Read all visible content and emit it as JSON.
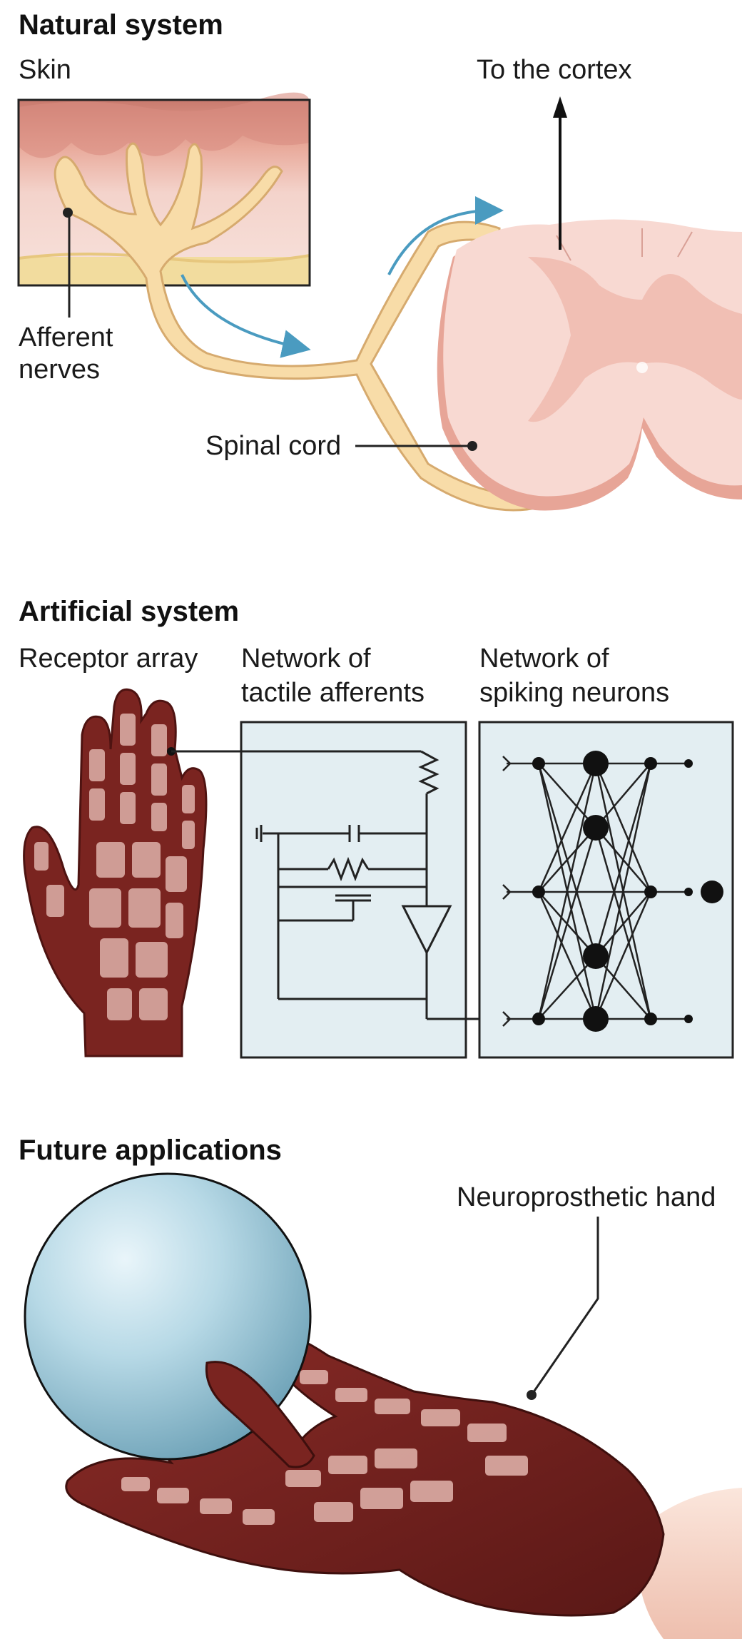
{
  "sections": {
    "natural": {
      "title": "Natural system",
      "skin_label": "Skin",
      "cortex_label": "To the cortex",
      "afferent_line1": "Afferent",
      "afferent_line2": "nerves",
      "spinal_label": "Spinal cord"
    },
    "artificial": {
      "title": "Artificial system",
      "receptor_label": "Receptor array",
      "afferents_line1": "Network of",
      "afferents_line2": "tactile afferents",
      "spiking_line1": "Network of",
      "spiking_line2": "spiking neurons"
    },
    "future": {
      "title": "Future applications",
      "hand_label": "Neuroprosthetic hand"
    }
  },
  "colors": {
    "skin_surface": "#e8a99a",
    "skin_dermis": "#f4d3cb",
    "skin_fat": "#f2dc9e",
    "nerve_fill": "#f8dca8",
    "nerve_stroke": "#d6aa6e",
    "cord_fill": "#f8d9d2",
    "cord_grey": "#efb8ad",
    "flow_arrow": "#4a9bc0",
    "panel_fill": "#e3eef2",
    "glove_dark": "#6b1e1c",
    "glove_light": "#e3b6ae",
    "sphere": "#a8cfdf"
  }
}
